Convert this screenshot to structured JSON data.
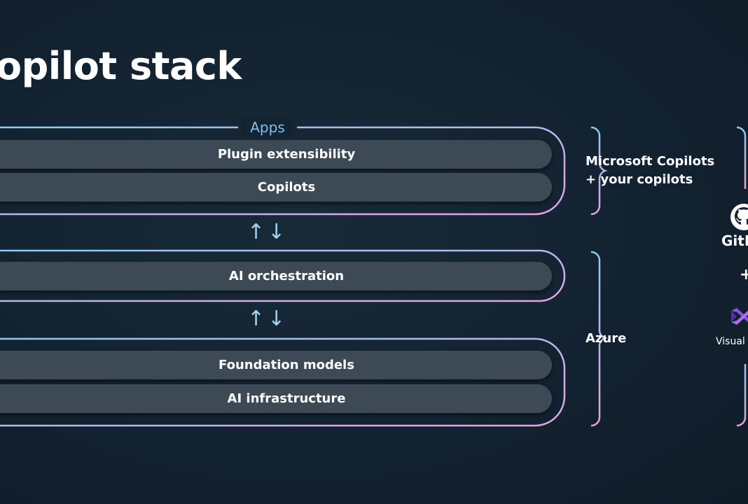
{
  "title": "opilot stack",
  "apps_label": "Apps",
  "layers": {
    "plugin": "Plugin extensibility",
    "copilots": "Copilots",
    "orchestration": "AI orchestration",
    "foundation": "Foundation models",
    "infrastructure": "AI infrastructure"
  },
  "arrows": {
    "upper": "↑↓",
    "lower": "↑↓"
  },
  "side_labels": {
    "copilots_line1": "Microsoft Copilots",
    "copilots_line2": "+ your copilots",
    "azure": "Azure"
  },
  "right_panel": {
    "github_text": "GitH",
    "plus": "+",
    "vs_text": "Visual",
    "github_icon": "github-icon",
    "vs_icon": "visual-studio-icon"
  },
  "colors": {
    "background": "#132230",
    "bar_fill": "#3d4a56",
    "outline_blue": "#8ecbf0",
    "outline_pink": "#e2a4e4",
    "label_blue": "#7fc0ee",
    "vs_purple": "#8a4fe0"
  }
}
